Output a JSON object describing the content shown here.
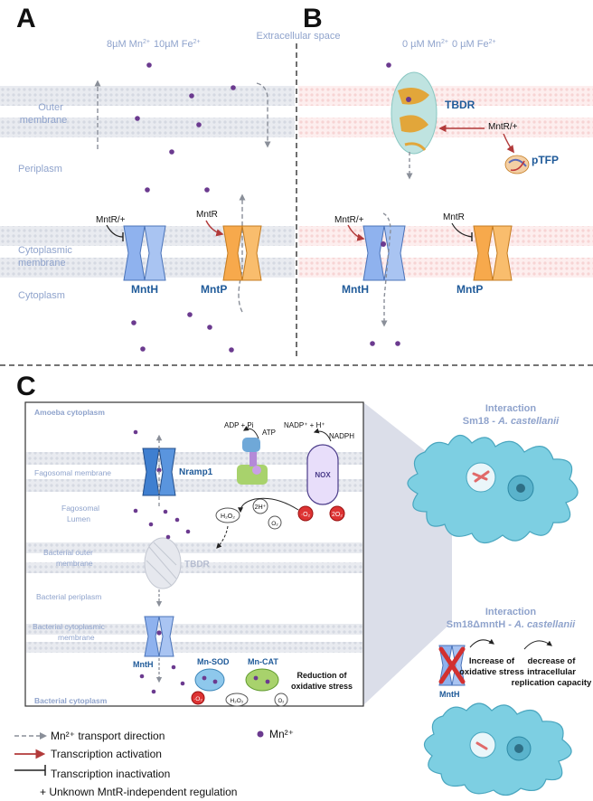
{
  "panels": {
    "a": "A",
    "b": "B",
    "c": "C"
  },
  "header": {
    "extracellular": "Extracellular space",
    "a_conc_mn": "8µM Mn",
    "a_conc_fe": "10µM Fe",
    "b_conc_mn": "0 µM Mn",
    "b_conc_fe": "0 µM Fe",
    "ion_charge": "2+"
  },
  "left_labels": {
    "outer1": "Outer",
    "outer2": "membrane",
    "periplasm": "Periplasm",
    "cyto1": "Cytoplasmic",
    "cyto2": "membrane",
    "cytoplasm": "Cytoplasm"
  },
  "proteins": {
    "mnth": "MntH",
    "mntp": "MntP",
    "tbdr": "TBDR",
    "ptfp": "pTFP",
    "nramp1": "Nramp1",
    "nox": "NOX",
    "mnsod": "Mn-SOD",
    "mncat": "Mn-CAT"
  },
  "regulators": {
    "mntr_plus": "MntR/+",
    "mntr": "MntR"
  },
  "panel_c": {
    "amoeba_cyto": "Amoeba cytoplasm",
    "fago_membrane": "Fagosomal membrane",
    "fago_lumen1": "Fagosomal",
    "fago_lumen2": "Lumen",
    "bact_outer1": "Bacterial outer",
    "bact_outer2": "membrane",
    "bact_peri": "Bacterial periplasm",
    "bact_cyto_mem1": "Bacterial cytoplasmic",
    "bact_cyto_mem2": "membrane",
    "bact_cyto": "Bacterial cytoplasm",
    "adp": "ADP + Pi",
    "atp": "ATP",
    "nadp": "NADP⁺ + H⁺",
    "nadph": "NADPH",
    "h_plus": "2H⁺",
    "h2o2": "H₂O₂",
    "o2": "O₂",
    "o2_radical": "·O₂",
    "two_o2": "2O₂",
    "reduction1": "Reduction of",
    "reduction2": "oxidative stress"
  },
  "interaction": {
    "title1": "Interaction",
    "title2a": "Sm18 - ",
    "title2b": "A. castellanii",
    "title3": "Interaction",
    "title4a": "Sm18ΔmntH - ",
    "title4b": "A. castellanii",
    "step1a": "Increase of",
    "step1b": "oxidative stress",
    "step2a": "decrease of",
    "step2b": "intracellular",
    "step2c": "replication capacity"
  },
  "legend": {
    "transport": "Mn²⁺ transport direction",
    "mn": "Mn²⁺",
    "activation": "Transcription activation",
    "inactivation": "Transcription inactivation",
    "unknown": "+ Unknown MntR-independent regulation"
  },
  "colors": {
    "label_blue": "#8fa3cc",
    "protein_blue": "#1f5a99",
    "mnth_fill": "#8fb2ee",
    "mntp_fill": "#f7a94c",
    "mn_dot": "#6b3a8f",
    "activation_red": "#b23a3a",
    "amoeba_fill": "#7dcfe2",
    "membrane_gray": "#e4e6ec",
    "membrane_pink": "#fae3e3"
  }
}
